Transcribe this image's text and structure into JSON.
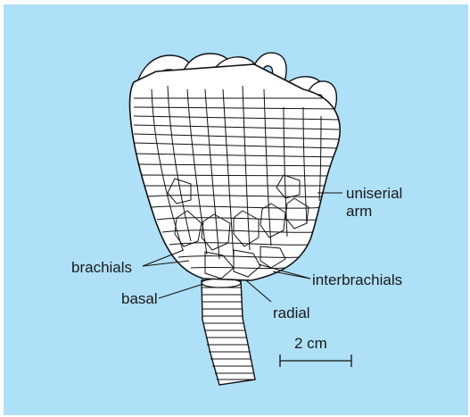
{
  "figure": {
    "background_color": "#aee0f7",
    "labels": {
      "uniserial_line1": "uniserial",
      "uniserial_line2": "arm",
      "brachials": "brachials",
      "basal": "basal",
      "interbrachials": "interbrachials",
      "radial": "radial"
    },
    "scale_bar": {
      "label": "2 cm"
    }
  }
}
